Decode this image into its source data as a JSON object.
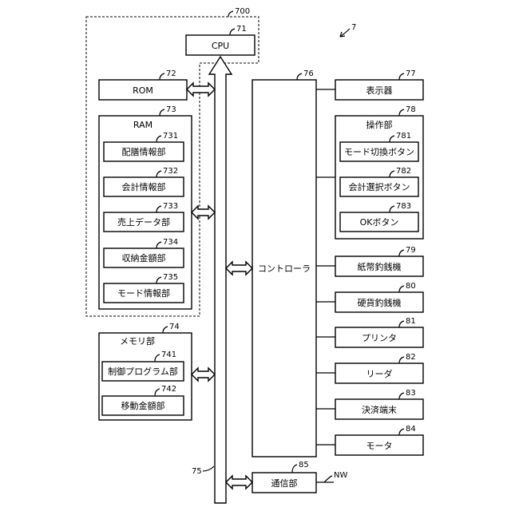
{
  "figure_ref": "7",
  "group_700": {
    "ref": "700"
  },
  "cpu": {
    "label": "CPU",
    "ref": "71"
  },
  "rom": {
    "label": "ROM",
    "ref": "72"
  },
  "ram": {
    "label": "RAM",
    "ref": "73",
    "items": [
      {
        "label": "配膳情報部",
        "ref": "731"
      },
      {
        "label": "会計情報部",
        "ref": "732"
      },
      {
        "label": "売上データ部",
        "ref": "733"
      },
      {
        "label": "収納金額部",
        "ref": "734"
      },
      {
        "label": "モード情報部",
        "ref": "735"
      }
    ]
  },
  "memory": {
    "label": "メモリ部",
    "ref": "74",
    "items": [
      {
        "label": "制御プログラム部",
        "ref": "741"
      },
      {
        "label": "移動金額部",
        "ref": "742"
      }
    ]
  },
  "bus": {
    "ref": "75"
  },
  "controller": {
    "label": "コントローラ",
    "ref": "76"
  },
  "display": {
    "label": "表示器",
    "ref": "77"
  },
  "operation": {
    "label": "操作部",
    "ref": "78",
    "items": [
      {
        "label": "モード切換ボタン",
        "ref": "781"
      },
      {
        "label": "会計選択ボタン",
        "ref": "782"
      },
      {
        "label": "OKボタン",
        "ref": "783"
      }
    ]
  },
  "devices": [
    {
      "label": "紙幣釣銭機",
      "ref": "79"
    },
    {
      "label": "硬貨釣銭機",
      "ref": "80"
    },
    {
      "label": "プリンタ",
      "ref": "81"
    },
    {
      "label": "リーダ",
      "ref": "82"
    },
    {
      "label": "決済端末",
      "ref": "83"
    },
    {
      "label": "モータ",
      "ref": "84"
    }
  ],
  "comm": {
    "label": "通信部",
    "ref": "85",
    "network": "NW"
  }
}
